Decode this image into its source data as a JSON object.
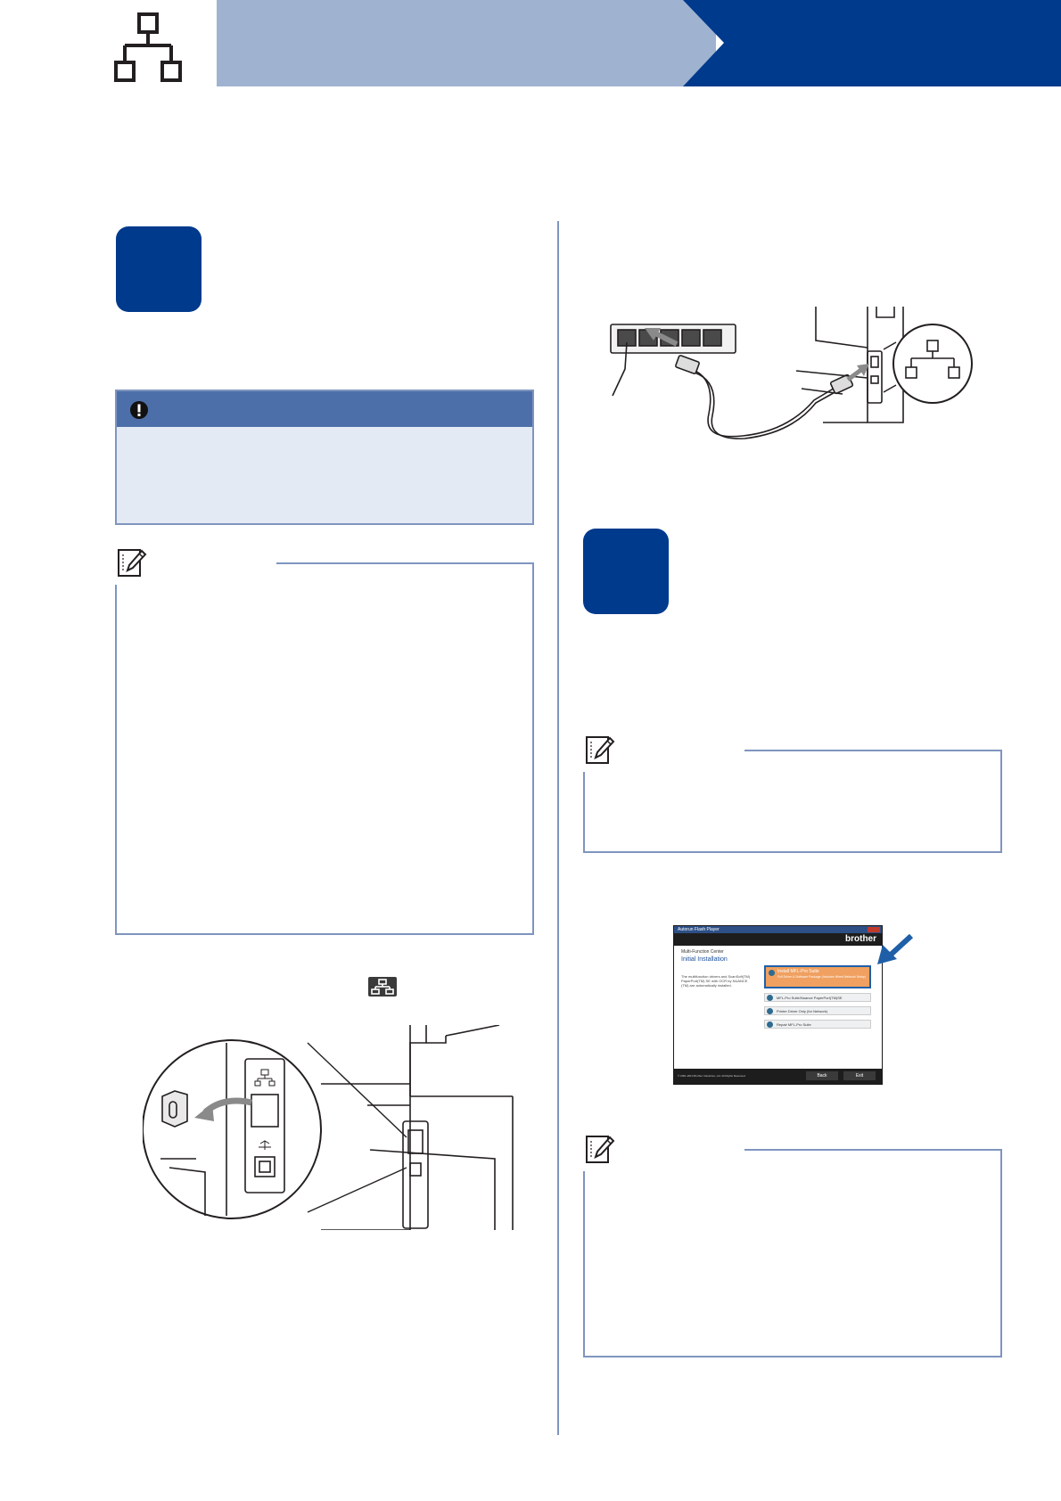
{
  "header": {
    "left_color": "#9fb3d1",
    "right_color": "#003a8c",
    "icon": "wired-network-icon"
  },
  "left_column": {
    "step_box_color": "#003a8c",
    "important": {
      "icon": "exclamation-icon",
      "header_color": "#4d6fa9",
      "body_color": "#e4eaf4"
    },
    "note": {
      "icon": "note-pencil-icon"
    },
    "inline_icon": "lan-port-icon",
    "illustration": "remove-lan-port-cover-illustration"
  },
  "right_column": {
    "illustration": "connect-network-cable-illustration",
    "step_box_color": "#003a8c",
    "note_1": {
      "icon": "note-pencil-icon"
    },
    "screenshot": {
      "window_title": "Autorun Flash Player",
      "brand": "brother",
      "app_subtitle": "Multi-Function Center",
      "app_heading": "Initial Installation",
      "description": "The multifunction drivers and ScanSoft(TM) PaperPort(TM) SE with OCR by NUANCE (TM) are automatically installed.",
      "items": [
        {
          "label": "Install MFL-Pro Suite",
          "sublabel": "Full Driver & Software Package (Includes Wired Network Setup)",
          "highlighted": true
        },
        {
          "label": "MFL-Pro Suite/Nuance PaperPort(TM)SE",
          "highlighted": false
        },
        {
          "label": "Printer Driver Only (for Network)",
          "highlighted": false
        },
        {
          "label": "Repair MFL-Pro Suite",
          "highlighted": false
        }
      ],
      "back_label": "Back",
      "exit_label": "Exit",
      "copyright": "© 2001-2010 Brother Industries, Ltd. All Rights Reserved."
    },
    "note_2": {
      "icon": "note-pencil-icon"
    }
  }
}
